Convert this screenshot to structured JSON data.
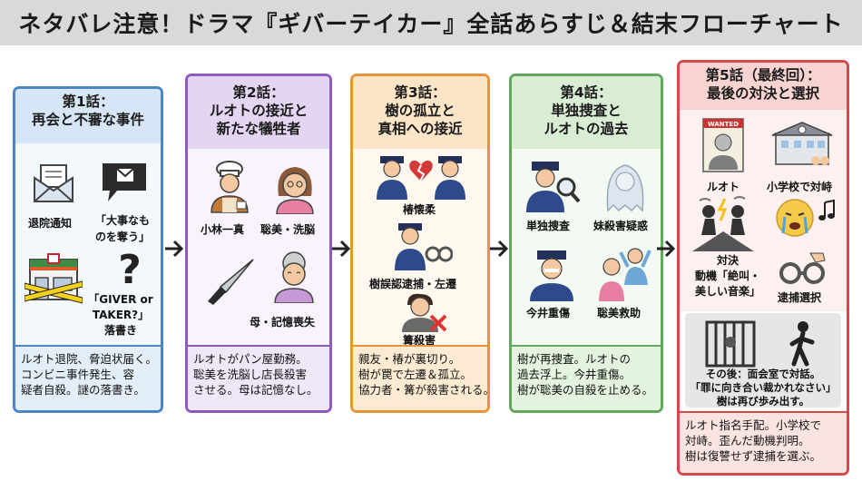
{
  "title": "ネタバレ注意！ドラマ『ギバーテイカー』全話あらすじ＆結末フローチャート",
  "episodes": [
    {
      "heading": [
        "第1話：",
        "再会と不審な事件"
      ],
      "labels": {
        "discharge": "退院通知",
        "threat": [
          "「大事なも",
          "のを奪う」"
        ],
        "graffiti": [
          "「GIVER or",
          "TAKER?」",
          "落書き"
        ]
      },
      "summary": [
        "ルオト退院、脅迫状届く。",
        "コンビニ事件発生、容",
        "疑者自殺。謎の落書き。"
      ]
    },
    {
      "heading": [
        "第2話：",
        "ルオトの接近と",
        "新たな犠牲者"
      ],
      "labels": {
        "baker": "小林一真",
        "brainwash": "聡美・洗脳",
        "mother": "母・記憶喪失"
      },
      "summary": [
        "ルオトがパン屋勤務。",
        "聡美を洗脳し店長殺害",
        "させる。母は記憶なし。"
      ]
    },
    {
      "heading": [
        "第3話：",
        "樹の孤立と",
        "真相への接近"
      ],
      "labels": {
        "tsubaki": "椿懐柔",
        "arrest": "樹誤認逮捕・左遷",
        "murder": "篝殺害"
      },
      "summary": [
        "親友・椿が裏切り。",
        "樹が罠で左遷＆孤立。",
        "協力者・篝が殺害される。"
      ]
    },
    {
      "heading": [
        "第4話：",
        "単独捜査と",
        "ルオトの過去"
      ],
      "labels": {
        "solo": "単独捜査",
        "sister": "妹殺害疑惑",
        "imai": "今井重傷",
        "rescue": "聡美救助"
      },
      "summary": [
        "樹が再捜査。ルオトの",
        "過去浮上。今井重傷。",
        "樹が聡美の自殺を止める。"
      ]
    },
    {
      "heading": [
        "第5話（最終回）：",
        "最後の対決と選択"
      ],
      "labels": {
        "wanted_tag": "WANTED",
        "ruoto": "ルオト",
        "school": "小学校で対峙",
        "confront": [
          "対決",
          "動機「絶叫・",
          "美しい音楽」"
        ],
        "arrest_choice": "逮捕選択"
      },
      "aftermath": [
        "その後：面会室で対話。",
        "「罪に向き合い裁かれなさい」",
        "樹は再び歩み出す。"
      ],
      "summary": [
        "ルオト指名手配。小学校で",
        "対峙。歪んだ動機判明。",
        "樹は復讐せず逮捕を選ぶ。"
      ]
    }
  ],
  "colors": {
    "ep1": "#4a86c5",
    "ep2": "#8c5bbf",
    "ep3": "#e69638",
    "ep4": "#62a85b",
    "ep5": "#d24a4a",
    "title_bg": "#d9d9d9"
  },
  "icons": [
    "envelope-icon",
    "chat-bubble-icon",
    "convenience-store-icon",
    "question-mark-icon",
    "baker-icon",
    "woman-icon",
    "knife-icon",
    "elderly-woman-icon",
    "police-pair-icon",
    "broken-heart-icon",
    "handcuffs-icon",
    "man-icon",
    "red-x-icon",
    "detective-icon",
    "ghost-girl-icon",
    "injured-officer-icon",
    "rescue-icon",
    "wanted-poster-icon",
    "school-icon",
    "confrontation-icon",
    "crying-face-icon",
    "music-note-icon",
    "prison-bars-icon",
    "walking-person-icon",
    "arrow-right-icon"
  ]
}
